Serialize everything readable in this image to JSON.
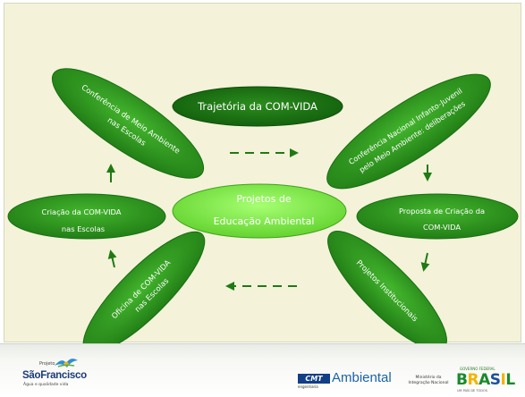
{
  "diagram": {
    "center": {
      "line1": "Projetos de",
      "line2": "Educação Ambiental"
    },
    "nodes": {
      "trajetoria": "Trajetória da COM-VIDA",
      "conferencia_escolas": {
        "line1": "Conferência de Meio Ambiente",
        "line2": "nas Escolas"
      },
      "conferencia_nacional": {
        "line1": "Conferência Nacional Infanto-Juvenil",
        "line2": "pelo Meio Ambiente: deliberações"
      },
      "proposta": {
        "line1": "Proposta de Criação da",
        "line2": "COM-VIDA"
      },
      "projetos_institucionais": "Projetos Institucionais",
      "oficina": {
        "line1": "Oficina de COM-VIDA",
        "line2": "nas Escolas"
      },
      "criacao": {
        "line1": "Criação da COM-VIDA",
        "line2": "nas Escolas"
      }
    },
    "colors": {
      "panel_bg": "#f4f2d9",
      "oval_green": "#2f9a1f",
      "oval_dark": "#1f7a14",
      "oval_title": "#176d12",
      "center_fill": "#7fe84a",
      "arrow_green": "#1f7a14"
    }
  },
  "footer": {
    "sao_francisco": {
      "top": "Projeto",
      "name": "SãoFrancisco",
      "tagline": "Água e qualidade vida"
    },
    "cmt": {
      "box": "CMT",
      "sub": "engenharia",
      "word": "Ambiental"
    },
    "ministerio": {
      "line1": "Ministério da",
      "line2": "Integração Nacional"
    },
    "brasil": {
      "top": "GOVERNO FEDERAL",
      "word": "BRASIL",
      "bottom": "UM PAÍS DE TODOS"
    }
  }
}
